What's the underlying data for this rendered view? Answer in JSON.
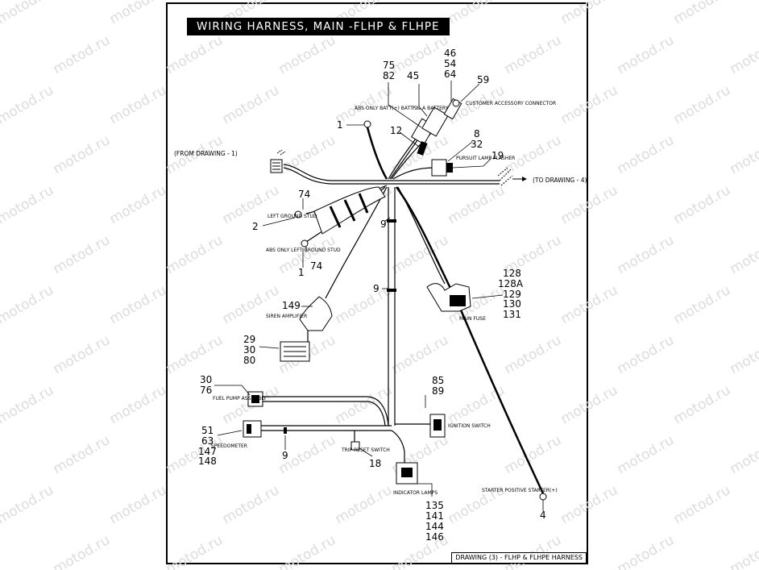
{
  "title": "WIRING HARNESS,  MAIN -FLHP & FLHPE",
  "watermark": "motod.ru",
  "refs": {
    "from_drawing": "(FROM DRAWING - 1)",
    "to_drawing": "(TO DRAWING - 4)"
  },
  "caption": "DRAWING (3) - FLHP & FLHPE HARNESS",
  "components": {
    "abs_batt": "ABS ONLY BATT(+) BATT 2",
    "pa_battery": "P & A BATTERY",
    "customer_connector": "CUSTOMER ACCESSORY CONNECTOR",
    "pursuit_flasher": "PURSUIT LAMP FLASHER",
    "left_ground_stud": "LEFT GROUND STUD",
    "abs_left_ground": "ABS ONLY LEFT GROUND STUD",
    "siren_amplifier": "SIREN AMPLIFIER",
    "main_fuse": "MAIN FUSE",
    "fuel_pump": "FUEL PUMP ASSEMBLY",
    "ignition_switch": "IGNITION SWITCH",
    "speedometer": "SPEEDOMETER",
    "trip_reset": "TRIP RESET SWITCH",
    "indicator_lamps": "INDICATOR LAMPS",
    "starter_positive": "STARTER POSITIVE STARTER(+)"
  },
  "callouts": {
    "c1a": "1",
    "c75": "75",
    "c82": "82",
    "c45": "45",
    "c46": "46",
    "c54": "54",
    "c64": "64",
    "c59": "59",
    "c12": "12",
    "c8": "8",
    "c32": "32",
    "c19": "19",
    "c74a": "74",
    "c2": "2",
    "c74b": "74",
    "c1b": "1",
    "c9a": "9",
    "c9b": "9",
    "c9c": "9",
    "c128": "128",
    "c128a": "128A",
    "c129": "129",
    "c130": "130",
    "c131": "131",
    "c149": "149",
    "c29": "29",
    "c30a": "30",
    "c80": "80",
    "c30b": "30",
    "c76": "76",
    "c85": "85",
    "c89": "89",
    "c51": "51",
    "c63": "63",
    "c147": "147",
    "c148": "148",
    "c18": "18",
    "c135": "135",
    "c141": "141",
    "c144": "144",
    "c146": "146",
    "c4": "4"
  }
}
